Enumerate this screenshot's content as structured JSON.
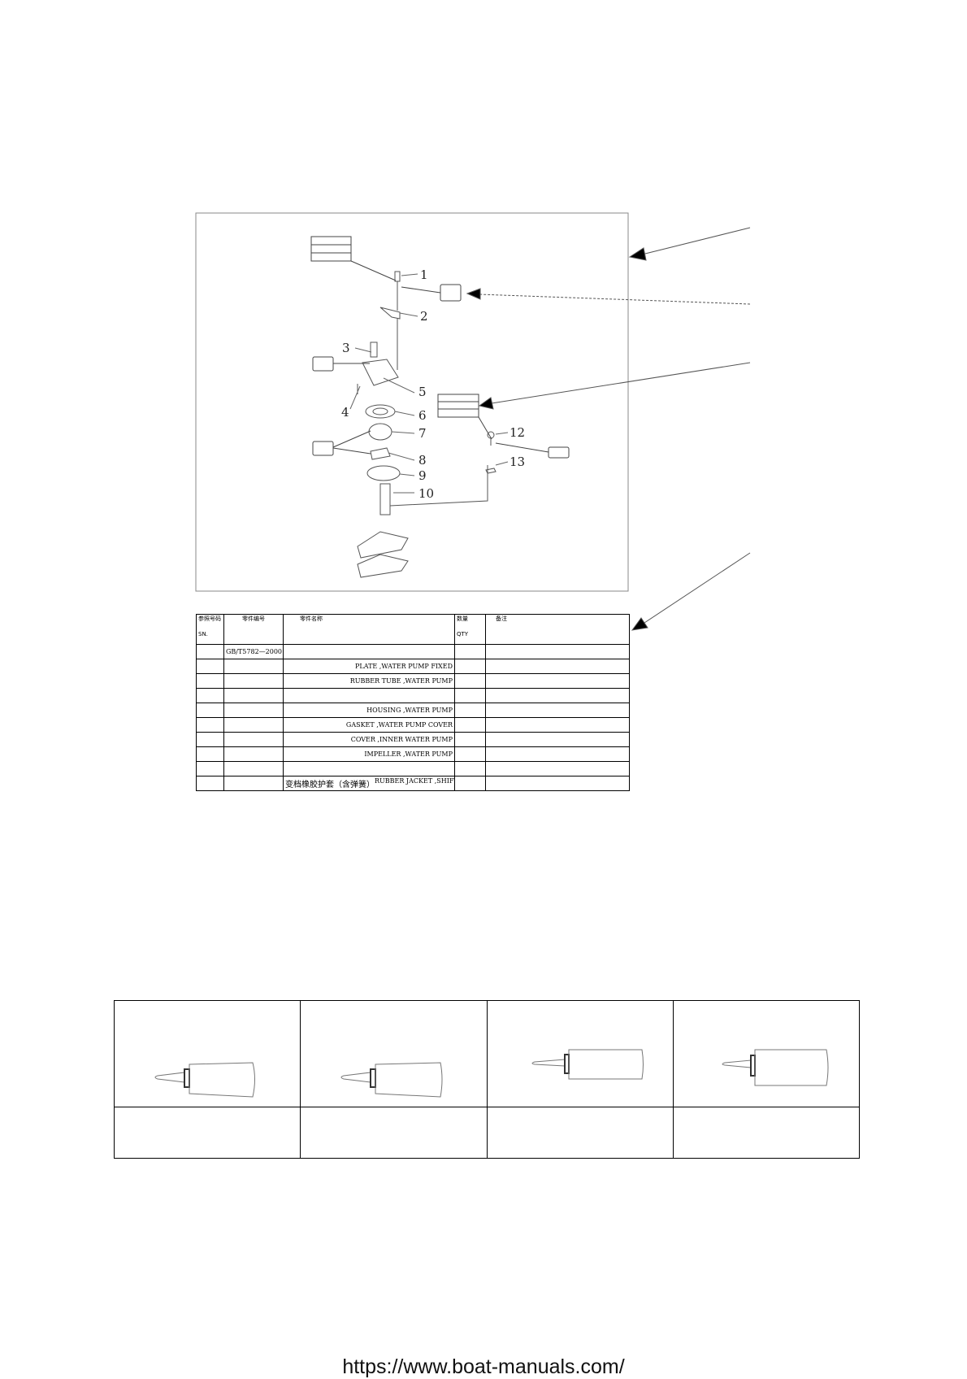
{
  "diagram": {
    "callouts": [
      "1",
      "2",
      "3",
      "4",
      "5",
      "6",
      "7",
      "8",
      "9",
      "10",
      "12",
      "13"
    ]
  },
  "parts_table": {
    "headers": {
      "sn_cn": "参照号码",
      "sn_en": "SN.",
      "part_no_cn": "零件编号",
      "name_cn": "零件名称",
      "qty_cn": "数量",
      "qty_en": "QTY",
      "remark_cn": "备注"
    },
    "rows": [
      {
        "part_no": "GB/T5782—2000",
        "name_cn": "",
        "name_en": ""
      },
      {
        "part_no": "",
        "name_cn": "",
        "name_en": "PLATE ,WATER PUMP FIXED"
      },
      {
        "part_no": "",
        "name_cn": "",
        "name_en": "RUBBER TUBE ,WATER PUMP"
      },
      {
        "part_no": "",
        "name_cn": "",
        "name_en": ""
      },
      {
        "part_no": "",
        "name_cn": "",
        "name_en": "HOUSING ,WATER PUMP"
      },
      {
        "part_no": "",
        "name_cn": "",
        "name_en": "GASKET ,WATER PUMP COVER"
      },
      {
        "part_no": "",
        "name_cn": "",
        "name_en": "COVER ,INNER WATER PUMP"
      },
      {
        "part_no": "",
        "name_cn": "",
        "name_en": "IMPELLER ,WATER PUMP"
      },
      {
        "part_no": "",
        "name_cn": "",
        "name_en": ""
      },
      {
        "part_no": "",
        "name_cn": "变档橡胶护套（含弹簧）",
        "name_en": "RUBBER JACKET ,SHIFT ROD"
      }
    ]
  },
  "footer": {
    "url": "https://www.boat-manuals.com/"
  }
}
